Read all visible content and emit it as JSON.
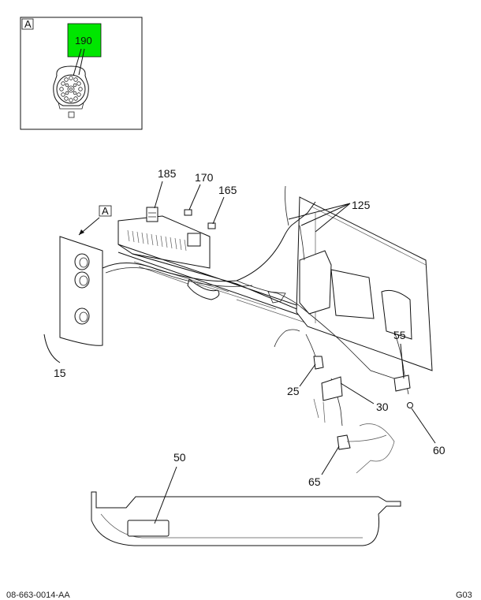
{
  "inset": {
    "view_letter": "A",
    "callout": "190",
    "highlight_color": "#00e600"
  },
  "main_view_letter": "A",
  "callouts": {
    "c185": "185",
    "c170": "170",
    "c165": "165",
    "c125": "125",
    "c15": "15",
    "c55": "55",
    "c25": "25",
    "c30": "30",
    "c60": "60",
    "c50": "50",
    "c65": "65"
  },
  "footer": {
    "drawing_number": "08-663-0014-AA",
    "sheet": "G03"
  }
}
